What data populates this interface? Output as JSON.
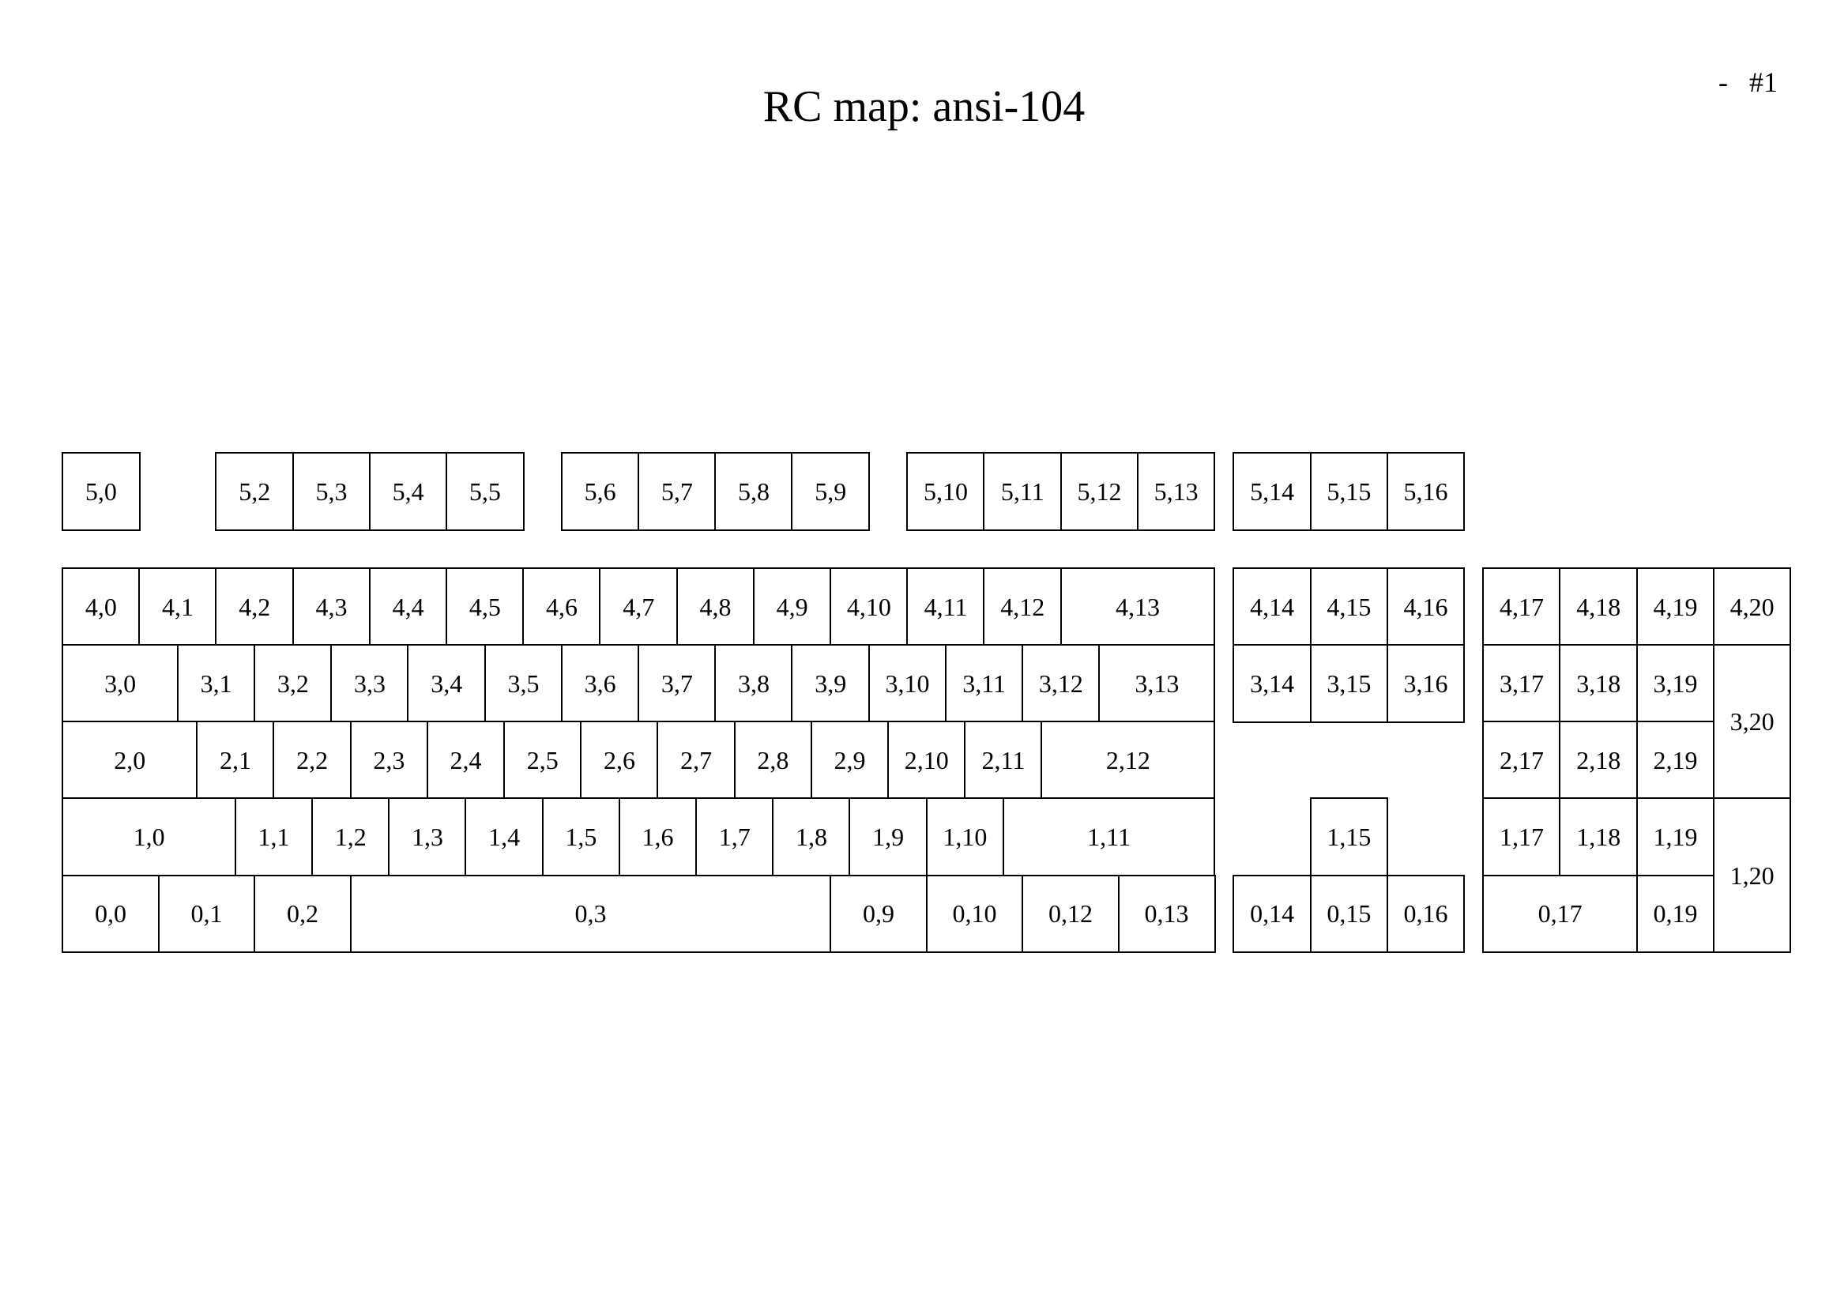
{
  "title": "RC map: ansi-104",
  "page_marker": "-   #1",
  "keys": [
    {
      "label": "5,0"
    },
    {
      "label": "5,2"
    },
    {
      "label": "5,3"
    },
    {
      "label": "5,4"
    },
    {
      "label": "5,5"
    },
    {
      "label": "5,6"
    },
    {
      "label": "5,7"
    },
    {
      "label": "5,8"
    },
    {
      "label": "5,9"
    },
    {
      "label": "5,10"
    },
    {
      "label": "5,11"
    },
    {
      "label": "5,12"
    },
    {
      "label": "5,13"
    },
    {
      "label": "5,14"
    },
    {
      "label": "5,15"
    },
    {
      "label": "5,16"
    },
    {
      "label": "4,0"
    },
    {
      "label": "4,1"
    },
    {
      "label": "4,2"
    },
    {
      "label": "4,3"
    },
    {
      "label": "4,4"
    },
    {
      "label": "4,5"
    },
    {
      "label": "4,6"
    },
    {
      "label": "4,7"
    },
    {
      "label": "4,8"
    },
    {
      "label": "4,9"
    },
    {
      "label": "4,10"
    },
    {
      "label": "4,11"
    },
    {
      "label": "4,12"
    },
    {
      "label": "4,13"
    },
    {
      "label": "4,14"
    },
    {
      "label": "4,15"
    },
    {
      "label": "4,16"
    },
    {
      "label": "4,17"
    },
    {
      "label": "4,18"
    },
    {
      "label": "4,19"
    },
    {
      "label": "4,20"
    },
    {
      "label": "3,0"
    },
    {
      "label": "3,1"
    },
    {
      "label": "3,2"
    },
    {
      "label": "3,3"
    },
    {
      "label": "3,4"
    },
    {
      "label": "3,5"
    },
    {
      "label": "3,6"
    },
    {
      "label": "3,7"
    },
    {
      "label": "3,8"
    },
    {
      "label": "3,9"
    },
    {
      "label": "3,10"
    },
    {
      "label": "3,11"
    },
    {
      "label": "3,12"
    },
    {
      "label": "3,13"
    },
    {
      "label": "3,14"
    },
    {
      "label": "3,15"
    },
    {
      "label": "3,16"
    },
    {
      "label": "3,17"
    },
    {
      "label": "3,18"
    },
    {
      "label": "3,19"
    },
    {
      "label": "3,20"
    },
    {
      "label": "2,0"
    },
    {
      "label": "2,1"
    },
    {
      "label": "2,2"
    },
    {
      "label": "2,3"
    },
    {
      "label": "2,4"
    },
    {
      "label": "2,5"
    },
    {
      "label": "2,6"
    },
    {
      "label": "2,7"
    },
    {
      "label": "2,8"
    },
    {
      "label": "2,9"
    },
    {
      "label": "2,10"
    },
    {
      "label": "2,11"
    },
    {
      "label": "2,12"
    },
    {
      "label": "2,17"
    },
    {
      "label": "2,18"
    },
    {
      "label": "2,19"
    },
    {
      "label": "1,0"
    },
    {
      "label": "1,1"
    },
    {
      "label": "1,2"
    },
    {
      "label": "1,3"
    },
    {
      "label": "1,4"
    },
    {
      "label": "1,5"
    },
    {
      "label": "1,6"
    },
    {
      "label": "1,7"
    },
    {
      "label": "1,8"
    },
    {
      "label": "1,9"
    },
    {
      "label": "1,10"
    },
    {
      "label": "1,11"
    },
    {
      "label": "1,15"
    },
    {
      "label": "1,17"
    },
    {
      "label": "1,18"
    },
    {
      "label": "1,19"
    },
    {
      "label": "1,20"
    },
    {
      "label": "0,0"
    },
    {
      "label": "0,1"
    },
    {
      "label": "0,2"
    },
    {
      "label": "0,3"
    },
    {
      "label": "0,9"
    },
    {
      "label": "0,10"
    },
    {
      "label": "0,12"
    },
    {
      "label": "0,13"
    },
    {
      "label": "0,14"
    },
    {
      "label": "0,15"
    },
    {
      "label": "0,16"
    },
    {
      "label": "0,17"
    },
    {
      "label": "0,19"
    }
  ]
}
